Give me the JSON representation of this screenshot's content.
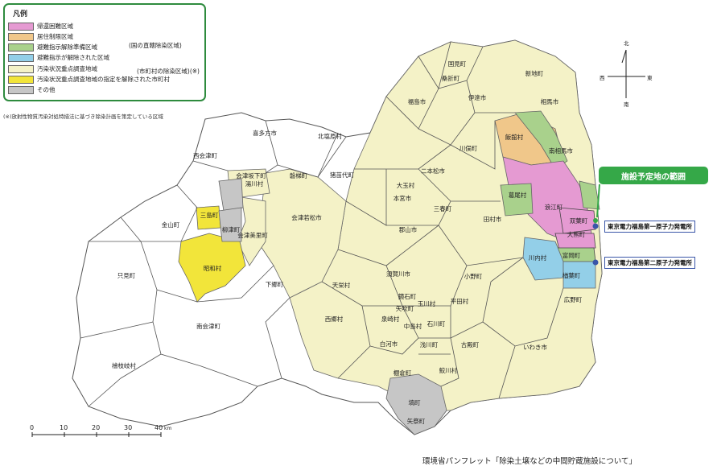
{
  "legend": {
    "title": "凡例",
    "items": [
      {
        "label": "帰還困難区域",
        "color": "#e59ad2"
      },
      {
        "label": "居住制限区域",
        "color": "#f0c78a"
      },
      {
        "label": "避難指示解除準備区域",
        "color": "#a9d18c"
      },
      {
        "label": "避難指示が解除された区域",
        "color": "#93cfe8"
      },
      {
        "label": "汚染状況重点調査地域",
        "color": "#f4f2c7"
      },
      {
        "label": "汚染状況重点調査地域の指定を解除された市町村",
        "color": "#f2e53a"
      },
      {
        "label": "その他",
        "color": "#c6c6c6"
      }
    ],
    "national_group": "(国の直轄除染区域)",
    "municipal_group": "(市町村の除染区域)(※)"
  },
  "note": "(※)放射性物質汚染対処特措法に基づき除染計画を策定している区域",
  "callout": "施設予定地の範囲",
  "plants": {
    "first": "東京電力福島第一原子力発電所",
    "second": "東京電力福島第二原子力発電所"
  },
  "source": "環境省パンフレット「除染土壌などの中間貯蔵施設について」",
  "compass": {
    "north": "北",
    "south": "南",
    "east": "東",
    "west": "西"
  },
  "scale": {
    "ticks": [
      "0",
      "10",
      "20",
      "30",
      "40"
    ],
    "unit": "km"
  },
  "colors": {
    "border": "#2e8b3e",
    "white_area": "#ffffff",
    "callout": "#35a848",
    "plant_dot": "#3a56a8"
  },
  "municipalities": [
    {
      "name": "喜多方市"
    },
    {
      "name": "北塩原村"
    },
    {
      "name": "西会津町"
    },
    {
      "name": "会津坂下町"
    },
    {
      "name": "湯川村"
    },
    {
      "name": "磐梯町"
    },
    {
      "name": "猪苗代町"
    },
    {
      "name": "会津若松市"
    },
    {
      "name": "金山町"
    },
    {
      "name": "三島町"
    },
    {
      "name": "柳津町"
    },
    {
      "name": "会津美里町"
    },
    {
      "name": "昭和村"
    },
    {
      "name": "只見町"
    },
    {
      "name": "下郷町"
    },
    {
      "name": "南会津町"
    },
    {
      "name": "檜枝岐村"
    },
    {
      "name": "国見町"
    },
    {
      "name": "桑折町"
    },
    {
      "name": "伊達市"
    },
    {
      "name": "新地町"
    },
    {
      "name": "福島市"
    },
    {
      "name": "相馬市"
    },
    {
      "name": "川俣町"
    },
    {
      "name": "飯舘村"
    },
    {
      "name": "南相馬市"
    },
    {
      "name": "二本松市"
    },
    {
      "name": "大玉村"
    },
    {
      "name": "本宮市"
    },
    {
      "name": "葛尾村"
    },
    {
      "name": "浪江町"
    },
    {
      "name": "三春町"
    },
    {
      "name": "田村市"
    },
    {
      "name": "双葉町"
    },
    {
      "name": "大熊町"
    },
    {
      "name": "富岡町"
    },
    {
      "name": "郡山市"
    },
    {
      "name": "川内村"
    },
    {
      "name": "楢葉町"
    },
    {
      "name": "広野町"
    },
    {
      "name": "小野町"
    },
    {
      "name": "須賀川市"
    },
    {
      "name": "天栄村"
    },
    {
      "name": "鏡石町"
    },
    {
      "name": "玉川村"
    },
    {
      "name": "平田村"
    },
    {
      "name": "矢吹町"
    },
    {
      "name": "西郷村"
    },
    {
      "name": "泉崎村"
    },
    {
      "name": "中島村"
    },
    {
      "name": "石川町"
    },
    {
      "name": "白河市"
    },
    {
      "name": "浅川町"
    },
    {
      "name": "古殿町"
    },
    {
      "name": "いわき市"
    },
    {
      "name": "棚倉町"
    },
    {
      "name": "鮫川村"
    },
    {
      "name": "塙町"
    },
    {
      "name": "矢祭町"
    }
  ]
}
